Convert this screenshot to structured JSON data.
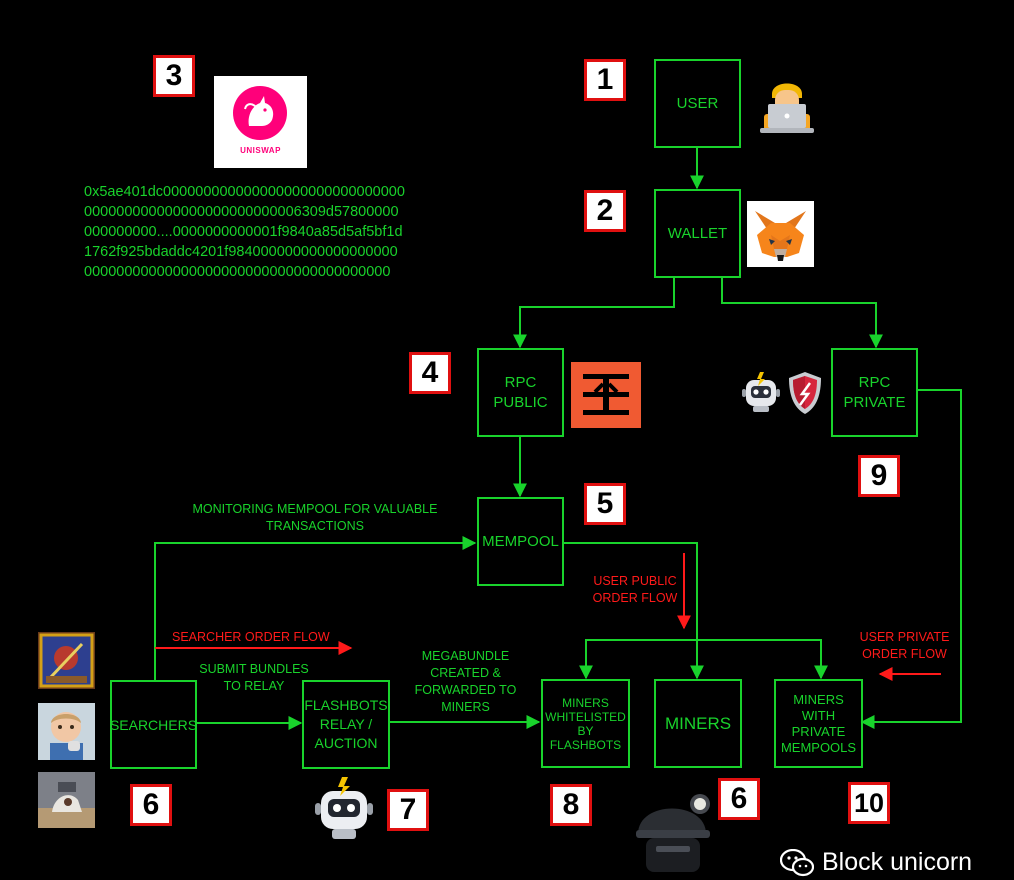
{
  "nodes": {
    "user": "USER",
    "wallet": "WALLET",
    "rpc_public": "RPC\nPUBLIC",
    "rpc_private": "RPC\nPRIVATE",
    "mempool": "MEMPOOL",
    "searchers": "SEARCHERS",
    "flashbots": "FLASHBOTS\nRELAY /\nAUCTION",
    "miners_whitelisted": "MINERS\nWHITELISTED\nBY\nFLASHBOTS",
    "miners": "MINERS",
    "miners_private": "MINERS\nWITH\nPRIVATE\nMEMPOOLS"
  },
  "numbers": {
    "user": "1",
    "wallet": "2",
    "uniswap": "3",
    "rpc_public": "4",
    "mempool": "5",
    "searchers": "6",
    "miners": "6",
    "flashbots": "7",
    "miners_whitelisted": "8",
    "rpc_private": "9",
    "miners_private": "10"
  },
  "labels": {
    "monitoring": "MONITORING MEMPOOL FOR VALUABLE\nTRANSACTIONS",
    "searcher_order_flow": "SEARCHER ORDER FLOW",
    "submit_bundles": "SUBMIT BUNDLES\nTO RELAY",
    "megabundle": "MEGABUNDLE\nCREATED &\nFORWARDED TO\nMINERS",
    "user_public_flow": "USER PUBLIC\nORDER FLOW",
    "user_private_flow": "USER PRIVATE\nORDER FLOW"
  },
  "uniswap_logo_text": "UNISWAP",
  "tx_hex_lines": [
    "0x5ae401dc000000000000000000000000000000",
    "000000000000000000000000006309d57800000",
    "000000000....0000000000001f9840a85d5af5bf1d",
    "1762f925bdaddc4201f984000000000000000000",
    "00000000000000000000000000000000000000"
  ],
  "watermark": "Block unicorn",
  "colors": {
    "green": "#19d32c",
    "red": "#ff1a1a",
    "badge_border": "#e01010",
    "uniswap_pink": "#ff007a",
    "rpc_orange": "#f05a32"
  }
}
